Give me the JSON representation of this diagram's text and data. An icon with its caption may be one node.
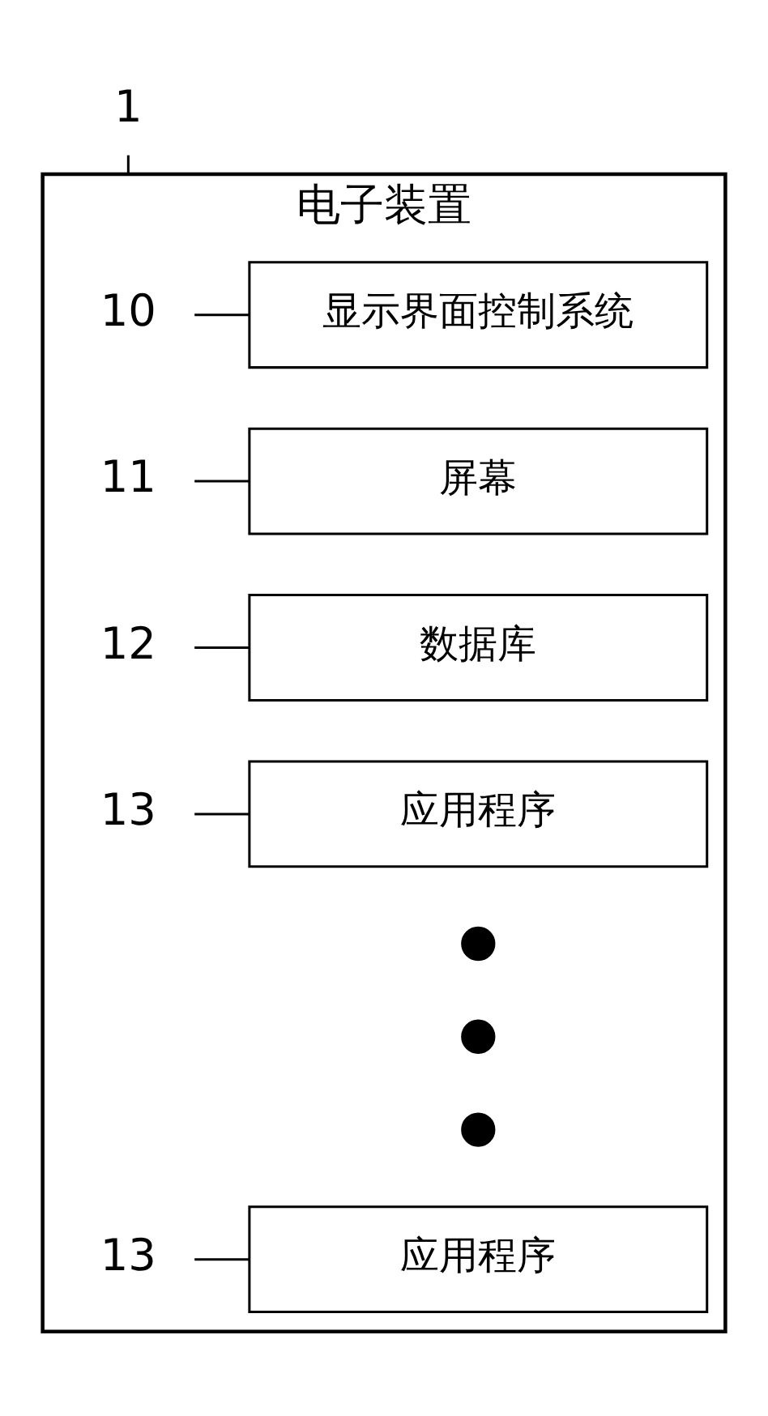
{
  "diagram": {
    "nodes": [
      {
        "text": [
          "1"
        ]
      },
      {
        "text": [
          "电子装置"
        ]
      },
      {
        "text": [
          "10"
        ],
        "in": 1
      },
      {
        "text": [
          "显示界面控制系统"
        ],
        "in": 1
      },
      {
        "text": [
          "11"
        ],
        "in": 1
      },
      {
        "text": [
          "屏幕"
        ],
        "in": 1
      },
      {
        "text": [
          "12"
        ],
        "in": 1
      },
      {
        "text": [
          "数据库"
        ],
        "in": 1
      },
      {
        "text": [
          "13"
        ],
        "in": 1
      },
      {
        "text": [
          "应用程序"
        ],
        "in": 1
      },
      {
        "text": [],
        "shape": "circle",
        "in": 1
      },
      {
        "text": [],
        "shape": "circle",
        "in": 1
      },
      {
        "text": [],
        "shape": "circle",
        "in": 1
      },
      {
        "text": [
          "13"
        ],
        "in": 1
      },
      {
        "text": [
          "应用程序"
        ],
        "in": 1
      }
    ],
    "edges": [
      {
        "from": 0,
        "to": 1,
        "arrow": "none"
      },
      {
        "from": 2,
        "to": 3,
        "arrow": "none"
      },
      {
        "from": 4,
        "to": 5,
        "arrow": "none"
      },
      {
        "from": 6,
        "to": 7,
        "arrow": "none"
      },
      {
        "from": 8,
        "to": 9,
        "arrow": "none"
      },
      {
        "from": 13,
        "to": 14,
        "arrow": "none"
      }
    ]
  }
}
